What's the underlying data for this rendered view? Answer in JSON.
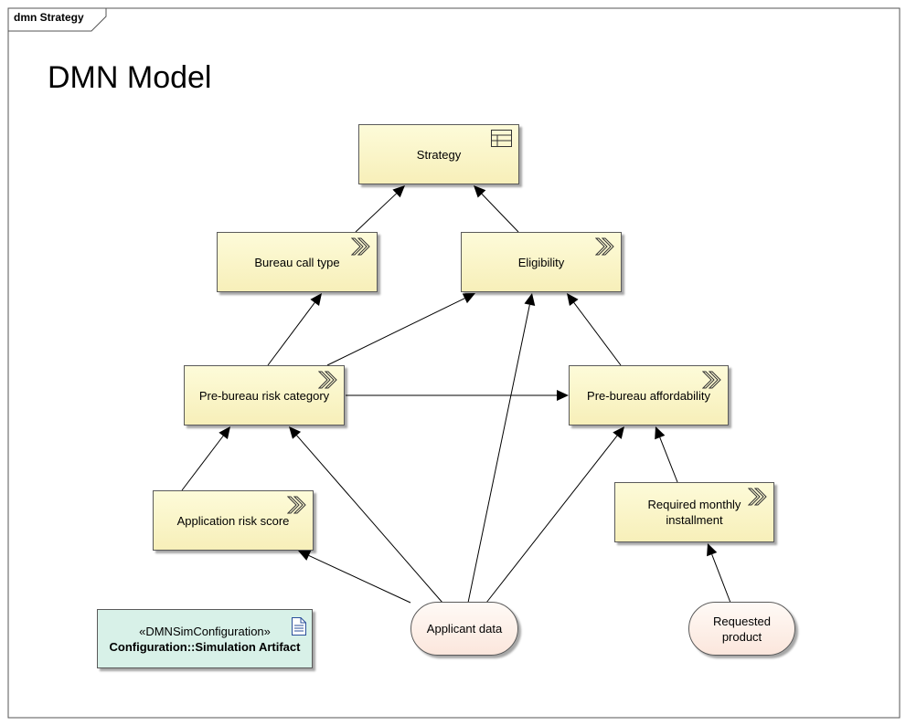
{
  "frame": {
    "tab_label": "dmn Strategy"
  },
  "title": "DMN Model",
  "nodes": {
    "strategy": "Strategy",
    "bureau_call_type": "Bureau call type",
    "eligibility": "Eligibility",
    "pre_bureau_risk_category": "Pre-bureau risk category",
    "pre_bureau_affordability": "Pre-bureau affordability",
    "application_risk_score": "Application risk score",
    "required_monthly_installment": "Required monthly installment",
    "applicant_data": "Applicant data",
    "requested_product": "Requested product"
  },
  "artifact": {
    "stereotype": "«DMNSimConfiguration»",
    "name": "Configuration::Simulation Artifact"
  },
  "icons": {
    "strategy": "decision-table-icon",
    "decision": "decision-chevron-icon",
    "artifact": "document-icon"
  },
  "colors": {
    "decision_fill": "#f7efb9",
    "input_fill": "#fbe6dc",
    "artifact_fill": "#d8f1e8",
    "border": "#5a5a5a"
  },
  "edges": [
    {
      "from": "bureau_call_type",
      "to": "strategy"
    },
    {
      "from": "eligibility",
      "to": "strategy"
    },
    {
      "from": "pre_bureau_risk_category",
      "to": "bureau_call_type"
    },
    {
      "from": "pre_bureau_risk_category",
      "to": "eligibility"
    },
    {
      "from": "pre_bureau_risk_category",
      "to": "pre_bureau_affordability"
    },
    {
      "from": "pre_bureau_affordability",
      "to": "eligibility"
    },
    {
      "from": "application_risk_score",
      "to": "pre_bureau_risk_category"
    },
    {
      "from": "applicant_data",
      "to": "pre_bureau_risk_category"
    },
    {
      "from": "applicant_data",
      "to": "application_risk_score"
    },
    {
      "from": "applicant_data",
      "to": "eligibility"
    },
    {
      "from": "applicant_data",
      "to": "pre_bureau_affordability"
    },
    {
      "from": "required_monthly_installment",
      "to": "pre_bureau_affordability"
    },
    {
      "from": "requested_product",
      "to": "required_monthly_installment"
    }
  ]
}
